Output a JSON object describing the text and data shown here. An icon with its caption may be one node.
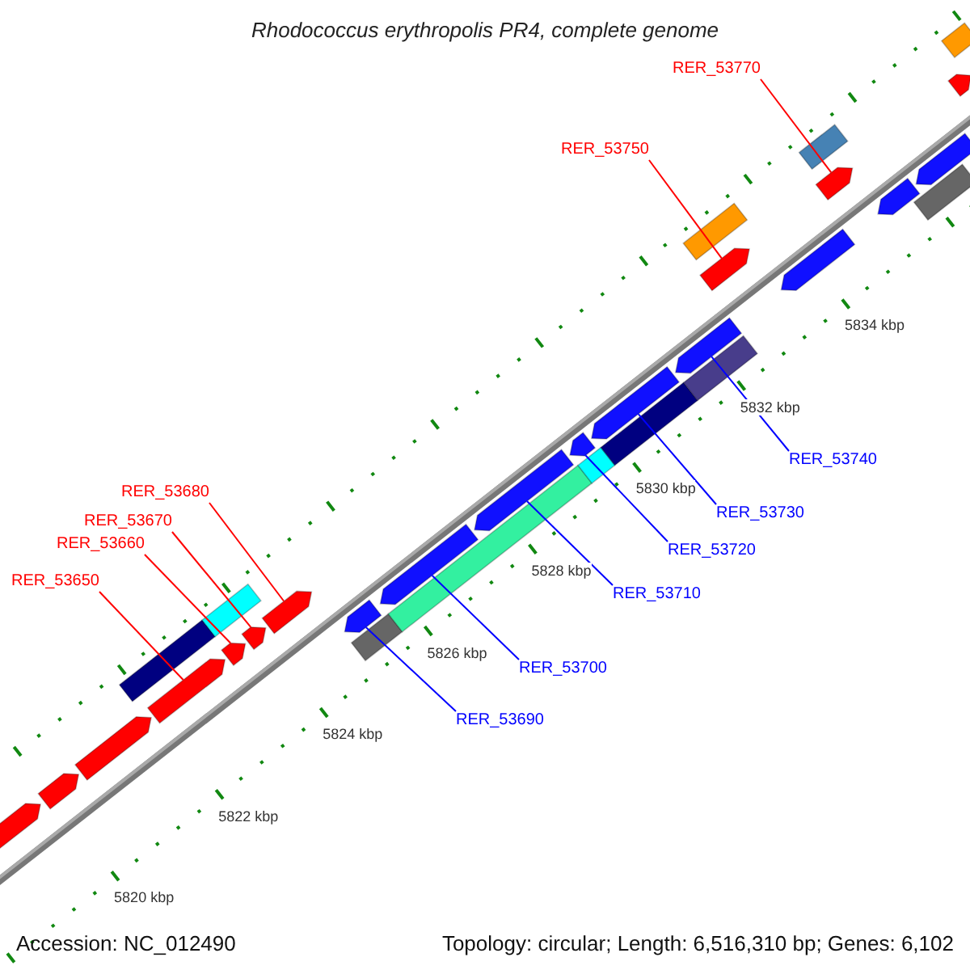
{
  "diagram": {
    "title": "Rhodococcus erythropolis PR4, complete genome",
    "nodes": [
      {
        "text": [
          "RER_53770"
        ]
      },
      {
        "text": [
          "RER_53750"
        ]
      },
      {
        "text": [
          "RER_53740"
        ]
      },
      {
        "text": [
          "RER_53680"
        ]
      },
      {
        "text": [
          "RER_53730"
        ]
      },
      {
        "text": [
          "RER_53670"
        ]
      },
      {
        "text": [
          "RER_53660"
        ]
      },
      {
        "text": [
          "RER_53720"
        ]
      },
      {
        "text": [
          "RER_53650"
        ]
      },
      {
        "text": [
          "RER_53710"
        ]
      },
      {
        "text": [
          "RER_53700"
        ]
      },
      {
        "text": [
          "RER_53690"
        ]
      },
      {
        "text": [],
        "shape": "arrow"
      },
      {
        "text": [],
        "shape": "arrow"
      },
      {
        "text": [],
        "shape": "arrow"
      },
      {
        "text": [],
        "shape": "bar"
      },
      {
        "text": [],
        "shape": "arrow"
      },
      {
        "text": [],
        "shape": "arrow"
      },
      {
        "text": [],
        "shape": "bar"
      },
      {
        "text": [],
        "shape": "arrow"
      },
      {
        "text": [],
        "shape": "arrow"
      },
      {
        "text": [],
        "shape": "bar"
      },
      {
        "text": [],
        "shape": "arrow"
      },
      {
        "text": [],
        "shape": "bar"
      },
      {
        "text": [],
        "shape": "arrow"
      },
      {
        "text": [],
        "shape": "arrow"
      },
      {
        "text": [],
        "shape": "arrow"
      },
      {
        "text": [],
        "shape": "bar"
      },
      {
        "text": [],
        "shape": "arrow"
      },
      {
        "text": [],
        "shape": "bar"
      },
      {
        "text": [],
        "shape": "arrow"
      },
      {
        "text": [],
        "shape": "bar"
      },
      {
        "text": [],
        "shape": "arrow"
      },
      {
        "text": [],
        "shape": "bar"
      },
      {
        "text": [],
        "shape": "arrow"
      },
      {
        "text": [],
        "shape": "arrow"
      },
      {
        "text": [],
        "shape": "bar"
      },
      {
        "text": [],
        "shape": "arrow"
      },
      {
        "text": [],
        "shape": "bar"
      },
      {
        "text": [],
        "shape": "arrow"
      },
      {
        "text": [],
        "shape": "arrow"
      },
      {
        "text": [],
        "shape": "bar"
      }
    ],
    "edges": [
      {
        "from": 0,
        "to": 35,
        "arrow": "none",
        "color": "#ff0000"
      },
      {
        "from": 1,
        "to": 32,
        "arrow": "none",
        "color": "#ff0000"
      },
      {
        "from": 2,
        "to": 30,
        "arrow": "none",
        "color": "#0000ff"
      },
      {
        "from": 3,
        "to": 20,
        "arrow": "none",
        "color": "#ff0000"
      },
      {
        "from": 4,
        "to": 28,
        "arrow": "none",
        "color": "#0000ff"
      },
      {
        "from": 5,
        "to": 19,
        "arrow": "none",
        "color": "#ff0000"
      },
      {
        "from": 6,
        "to": 17,
        "arrow": "none",
        "color": "#ff0000"
      },
      {
        "from": 7,
        "to": 26,
        "arrow": "none",
        "color": "#0000ff"
      },
      {
        "from": 8,
        "to": 16,
        "arrow": "none",
        "color": "#ff0000"
      },
      {
        "from": 9,
        "to": 25,
        "arrow": "none",
        "color": "#0000ff"
      },
      {
        "from": 10,
        "to": 24,
        "arrow": "none",
        "color": "#0000ff"
      },
      {
        "from": 11,
        "to": 22,
        "arrow": "none",
        "color": "#0000ff"
      }
    ],
    "labels": [
      "5820 kbp",
      "5822 kbp",
      "5824 kbp",
      "5826 kbp",
      "5828 kbp",
      "5830 kbp",
      "5832 kbp",
      "5834 kbp",
      "Accession: NC_012490",
      "Topology: circular; Length: 6,516,310 bp; Genes: 6,102"
    ]
  }
}
